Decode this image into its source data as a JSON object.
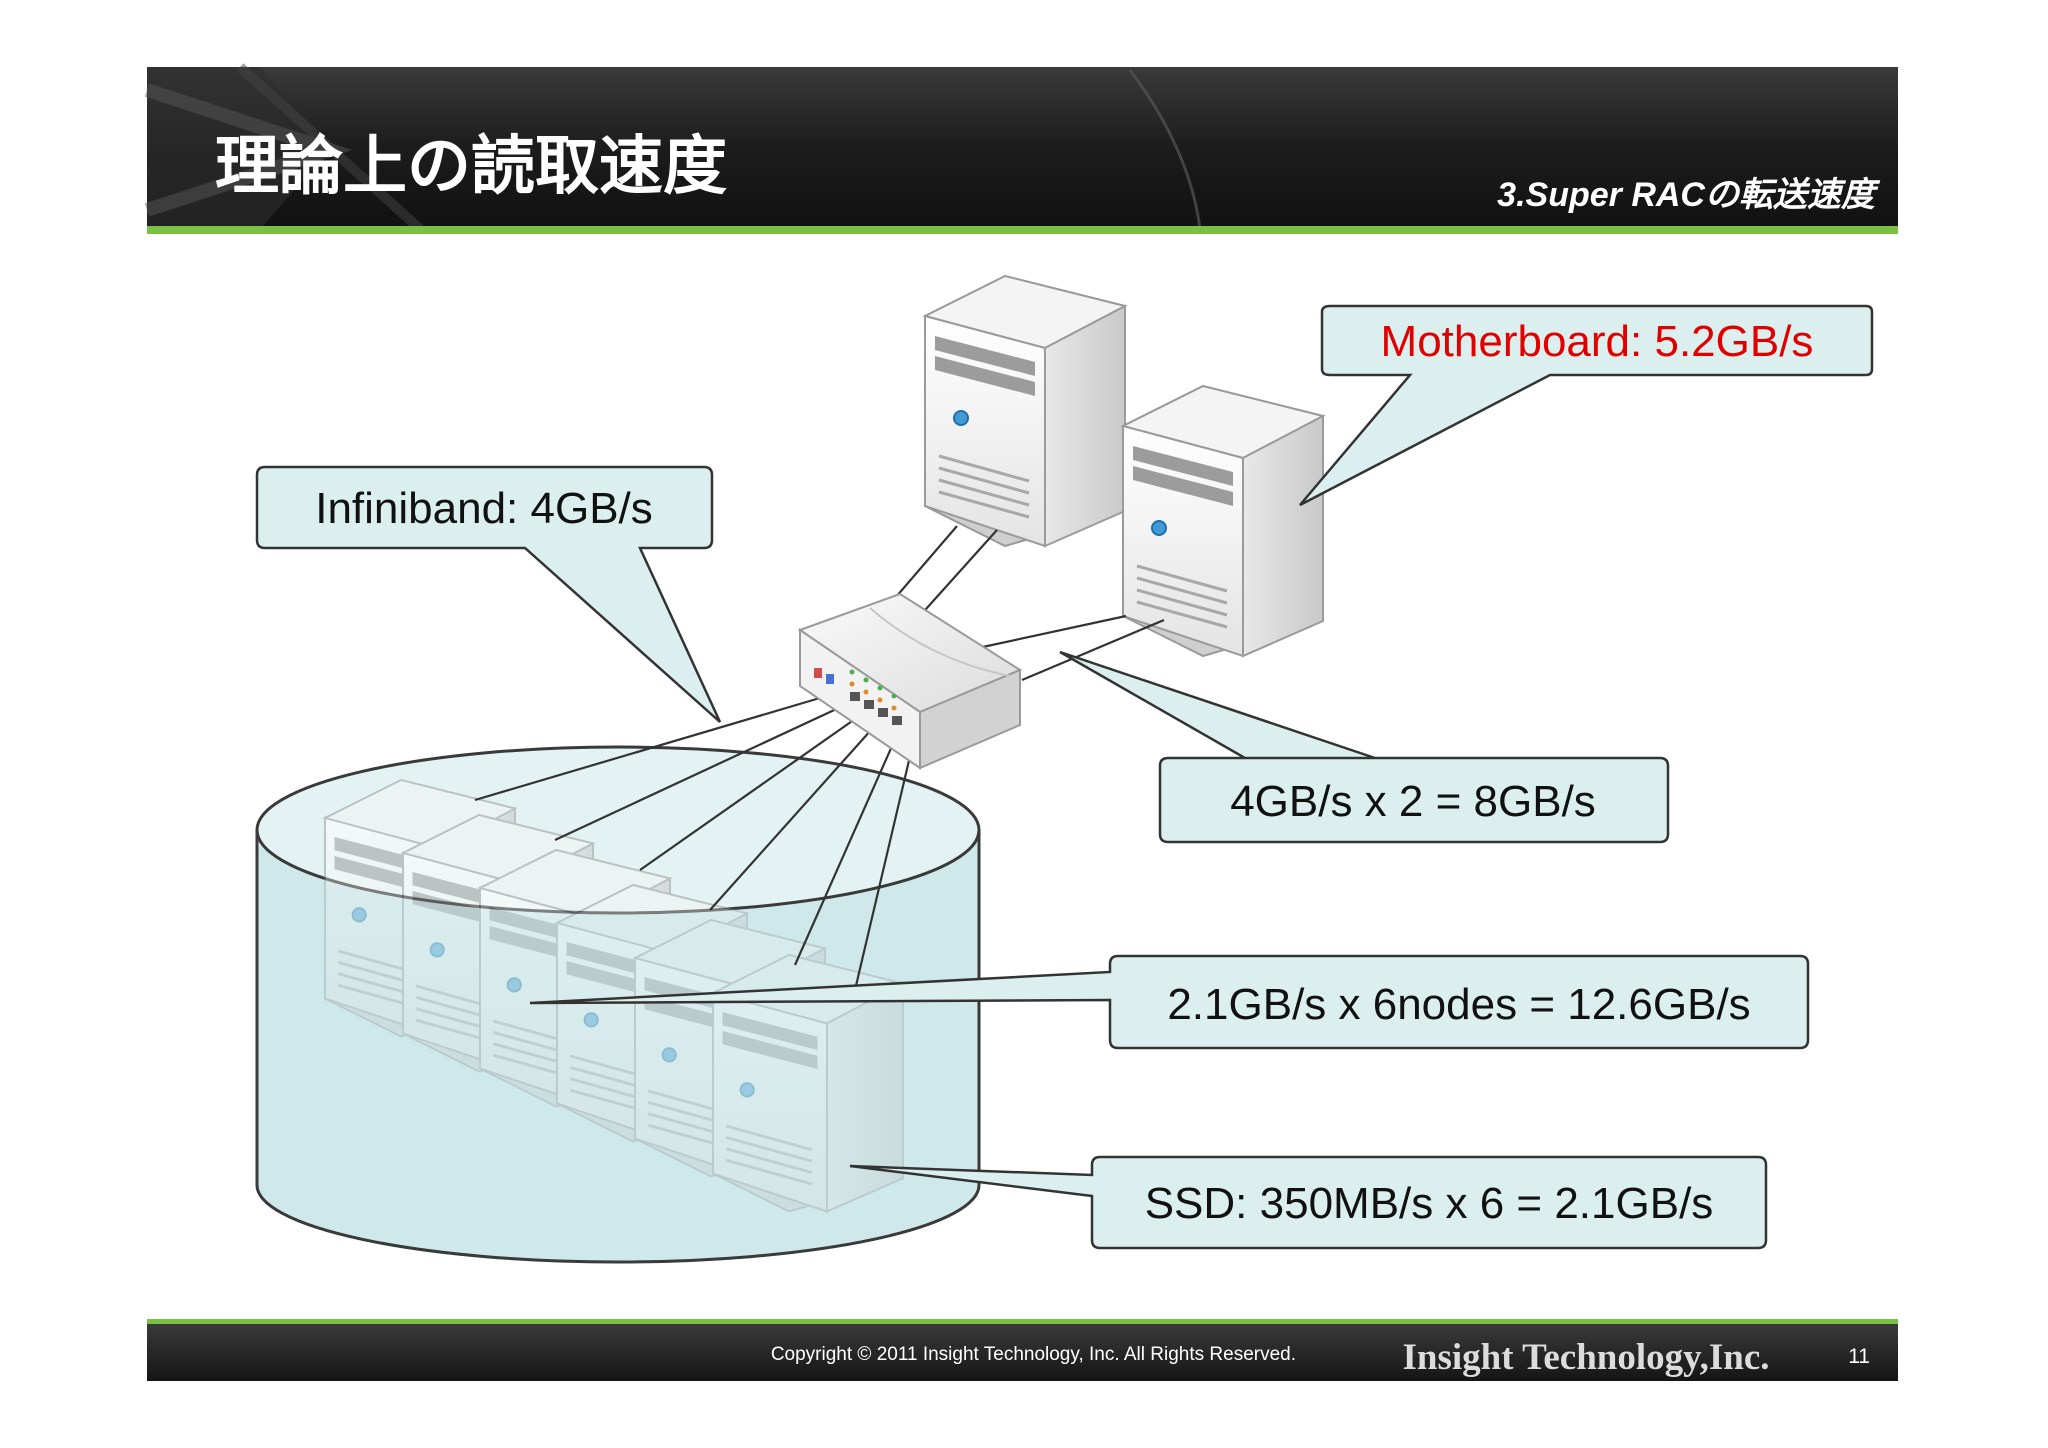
{
  "header": {
    "title": "理論上の読取速度",
    "section": "3.Super RACの転送速度"
  },
  "callouts": {
    "motherboard": "Motherboard: 5.2GB/s",
    "infiniband": "Infiniband: 4GB/s",
    "link_total": "4GB/s x 2 = 8GB/s",
    "nodes_total": "2.1GB/s x 6nodes = 12.6GB/s",
    "ssd_total": "SSD: 350MB/s x 6 = 2.1GB/s"
  },
  "footer": {
    "copyright": "Copyright © 2011 Insight Technology, Inc. All Rights Reserved.",
    "logo": "Insight Technology,Inc.",
    "page_number": "11"
  },
  "colors": {
    "header_bg": "#1f1f1f",
    "accent_green": "#7ac143",
    "callout_fill": "#dcefef",
    "highlight_red": "#e00000",
    "cylinder_fill": "#cfe9ea"
  },
  "icons": [
    "server-tower-icon",
    "network-switch-icon",
    "storage-cylinder-icon"
  ]
}
